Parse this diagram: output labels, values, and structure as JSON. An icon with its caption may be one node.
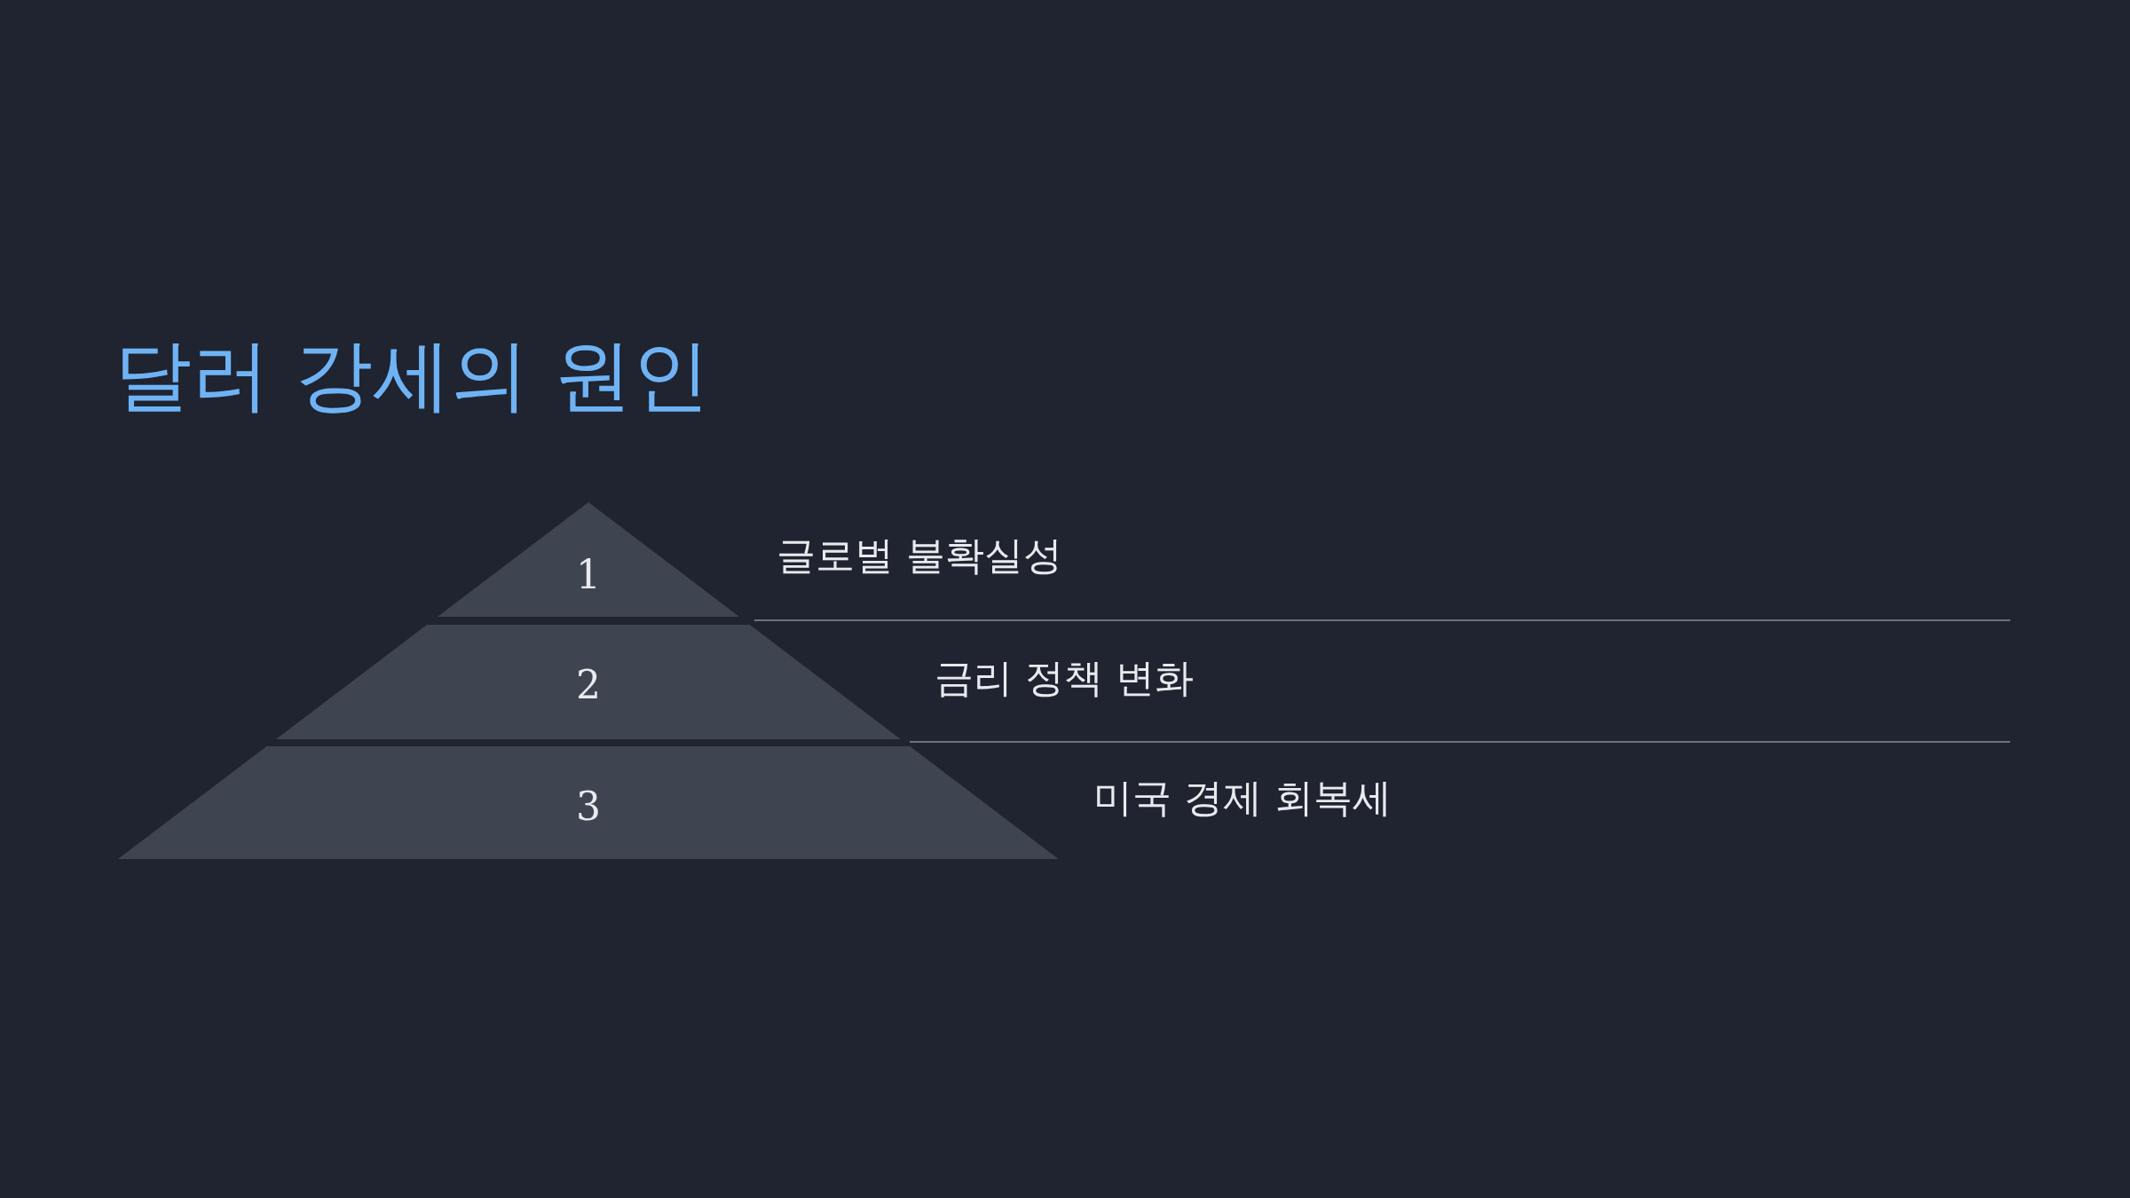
{
  "diagram": {
    "title": "달러 강세의 원인",
    "nodes": [
      {
        "text": [
          "1"
        ],
        "beside": [
          "글로벌 불확실성"
        ]
      },
      {
        "text": [
          "2"
        ],
        "beside": [
          "금리 정책 변화"
        ]
      },
      {
        "text": [
          "3"
        ],
        "beside": [
          "미국 경제 회복세"
        ]
      }
    ]
  }
}
